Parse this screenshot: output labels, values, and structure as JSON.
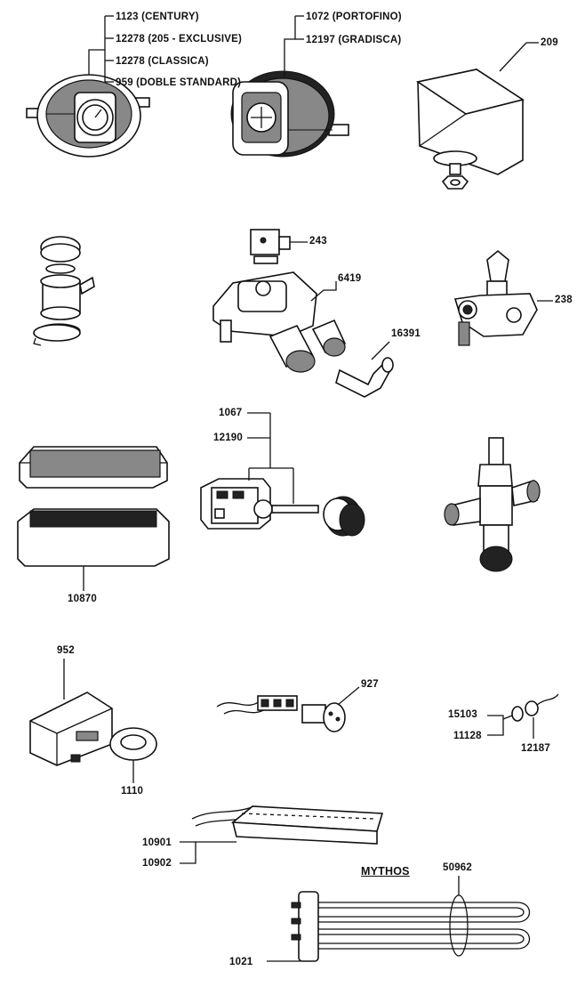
{
  "labels": {
    "p1123": "1123 (CENTURY)",
    "p12278a": "12278 (205 - EXCLUSIVE)",
    "p12278b": "12278 (CLASSICA)",
    "p959": "959 (DOBLE STANDARD)",
    "p1072": "1072 (PORTOFINO)",
    "p12197": "12197 (GRADISCA)",
    "p209": "209",
    "p243": "243",
    "p6419": "6419",
    "p238": "238",
    "p16391": "16391",
    "p1067": "1067",
    "p12190": "12190",
    "p10870": "10870",
    "p952": "952",
    "p1110": "1110",
    "p927": "927",
    "p15103": "15103",
    "p11128": "11128",
    "p12187": "12187",
    "p10901": "10901",
    "p10902": "10902",
    "mythos": "MYTHOS",
    "p50962": "50962",
    "p1021": "1021"
  }
}
